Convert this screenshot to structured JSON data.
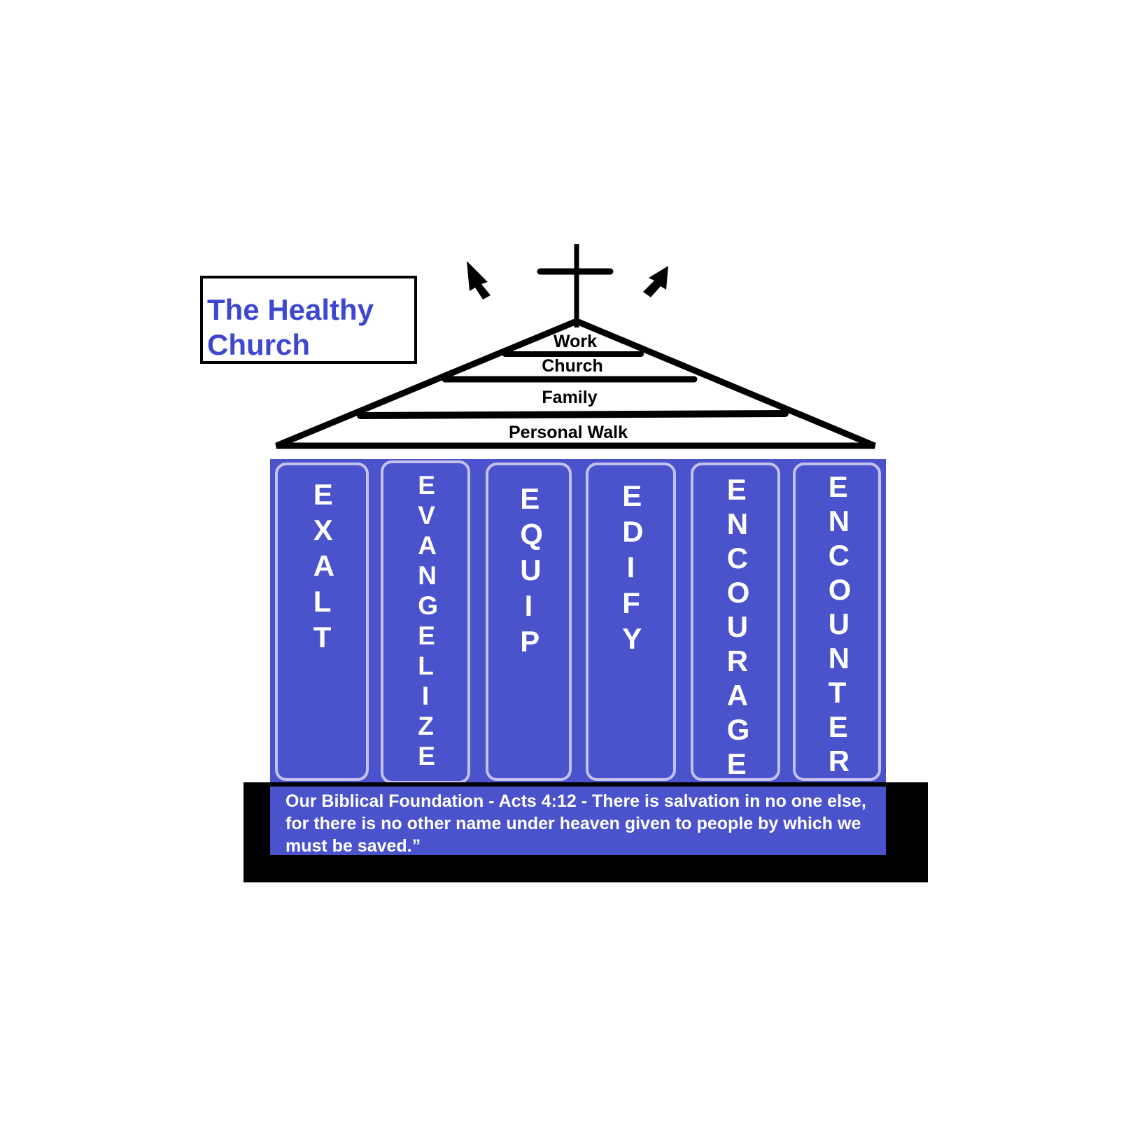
{
  "title": "The Healthy Church",
  "roof_tiers": [
    "Work",
    "Church",
    "Family",
    "Personal Walk"
  ],
  "pillars": [
    "EXALT",
    "EVANGELIZE",
    "EQUIP",
    "EDIFY",
    "ENCOURAGE",
    "ENCOUNTER"
  ],
  "foundation": "Our Biblical Foundation - Acts 4:12 - There is salvation in no one else, for there is no other name under heaven given to people by which we must be saved.”",
  "icons": [
    "cross-icon",
    "arrow-up-left-icon",
    "arrow-up-right-icon"
  ],
  "colors": {
    "pillar_blue": "#4a52cc",
    "title_blue": "#3e48cf",
    "pillar_border": "#c4c0ef"
  }
}
